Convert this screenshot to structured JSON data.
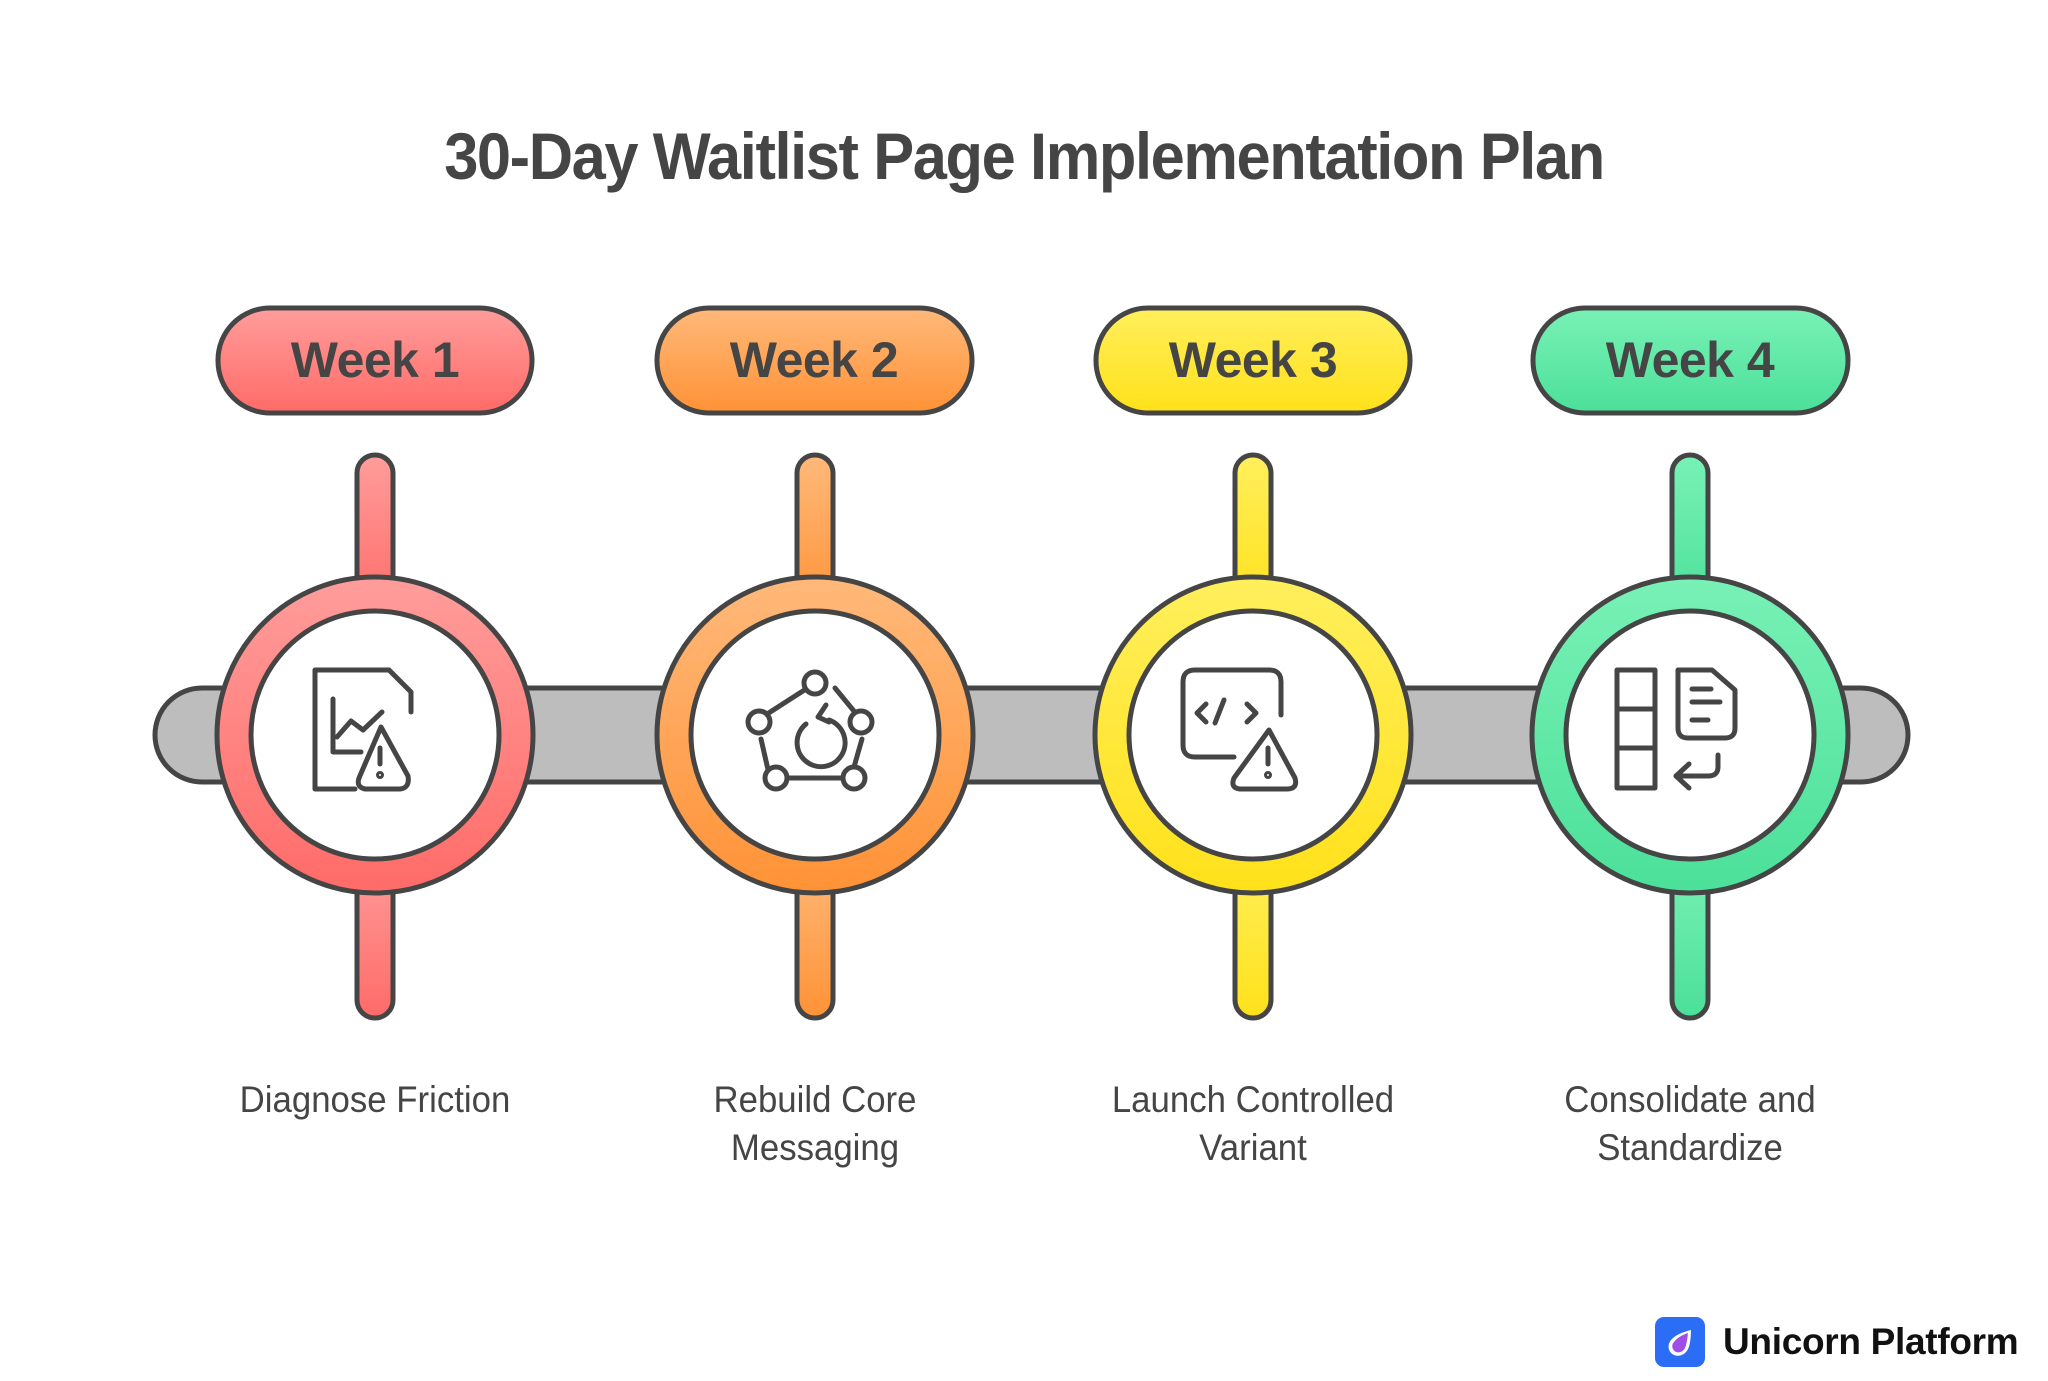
{
  "title": "30-Day Waitlist Page Implementation Plan",
  "steps": [
    {
      "label": "Week 1",
      "description": "Diagnose Friction",
      "icon": "chart-document-warning-icon",
      "color_top": "#ff9d9b",
      "color_bottom": "#ff6b68"
    },
    {
      "label": "Week 2",
      "description": "Rebuild Core\nMessaging",
      "icon": "network-refresh-icon",
      "color_top": "#ffb97a",
      "color_bottom": "#ff9236"
    },
    {
      "label": "Week 3",
      "description": "Launch Controlled\nVariant",
      "icon": "code-window-warning-icon",
      "color_top": "#ffef5c",
      "color_bottom": "#ffe11a"
    },
    {
      "label": "Week 4",
      "description": "Consolidate and\nStandardize",
      "icon": "columns-document-return-icon",
      "color_top": "#79f1b6",
      "color_bottom": "#4be099"
    }
  ],
  "colors": {
    "outline": "#454545",
    "bar": "#bdbdbd",
    "text": "#454545"
  },
  "brand": {
    "name": "Unicorn Platform",
    "logo_bg": "#2b6df5",
    "logo_drop": "#a04ee8"
  }
}
